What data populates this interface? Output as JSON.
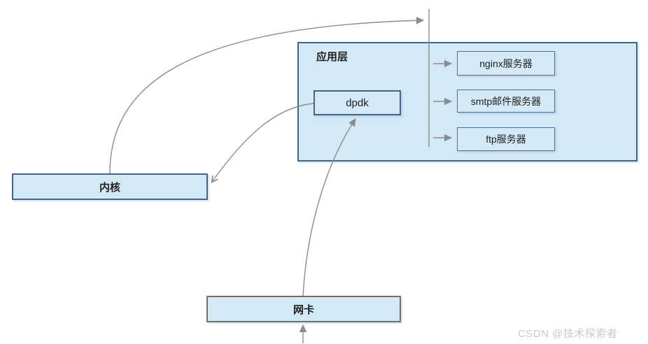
{
  "diagram": {
    "app_layer": {
      "label": "应用层",
      "dpdk": {
        "label": "dpdk"
      },
      "servers": [
        {
          "label": "nginx服务器"
        },
        {
          "label": "smtp邮件服务器"
        },
        {
          "label": "ftp服务器"
        }
      ]
    },
    "kernel": {
      "label": "内核"
    },
    "nic": {
      "label": "网卡"
    }
  },
  "watermark": {
    "text": "CSDN @技术探索者"
  },
  "colors": {
    "canvas-bg": "#ffffff",
    "box-fill": "#d3e9f6",
    "border-blue": "#3d6694",
    "border-blue-light": "#4a74a4",
    "border-gray": "#707070",
    "line": "#8c8c8c",
    "text": "#1f1f1f",
    "watermark": "#c9c9c9"
  }
}
